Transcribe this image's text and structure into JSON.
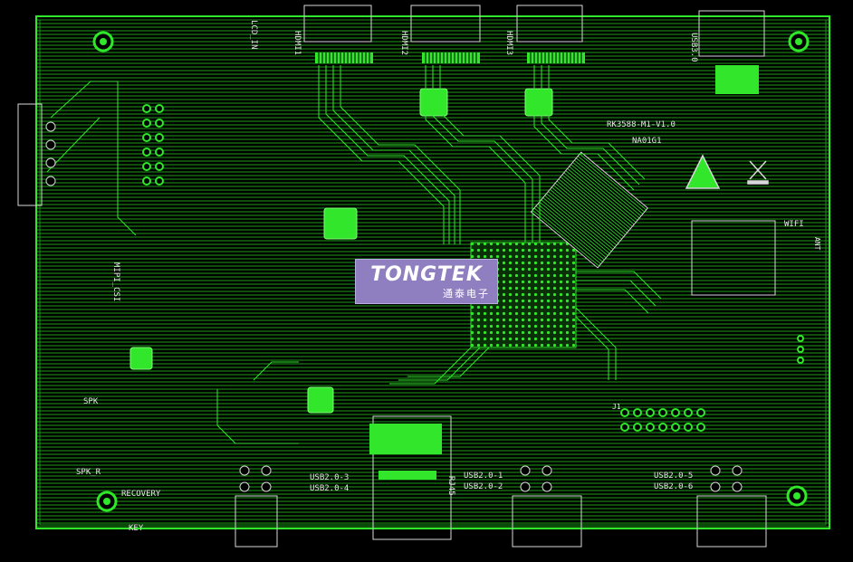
{
  "logo": {
    "brand": "TONGTEK",
    "subtitle": "通泰电子"
  },
  "labels": {
    "hdmi1": "HDMI1",
    "hdmi2": "HDMI2",
    "hdmi3": "HDMI3",
    "usb3": "USB3.0",
    "lcd": "LCD_IN",
    "board_id": "RK3588-M1-V1.0",
    "board_id2": "NA01G1",
    "wifi": "WIFI",
    "spk": "SPK",
    "spk_r": "SPK_R",
    "recovery": "RECOVERY",
    "key": "KEY",
    "rj45": "RJ45",
    "usb2_01": "USB2.0-1",
    "usb2_02": "USB2.0-2",
    "usb2_03": "USB2.0-3",
    "usb2_04": "USB2.0-4",
    "usb2_05": "USB2.0-5",
    "usb2_06": "USB2.0-6",
    "mipi": "MIPI_CSI",
    "ant": "ANT",
    "j1": "J1"
  },
  "colors": {
    "copper": "#22d41e",
    "copper_dim": "#138a10",
    "silk": "#e6e6e6",
    "background": "#000000",
    "logo_bg": "#8f7fc0"
  }
}
